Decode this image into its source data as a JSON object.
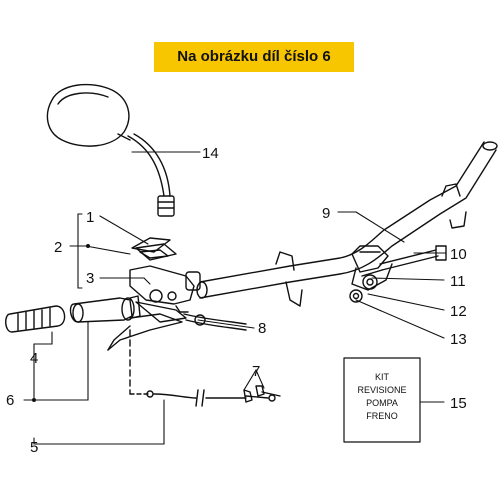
{
  "banner": {
    "text": "Na obrázku díl číslo 6"
  },
  "callouts": {
    "c1": "1",
    "c2": "2",
    "c3": "3",
    "c4": "4",
    "c5": "5",
    "c6": "6",
    "c7": "7",
    "c8": "8",
    "c9": "9",
    "c10": "10",
    "c11": "11",
    "c12": "12",
    "c13": "13",
    "c14": "14",
    "c15": "15"
  },
  "kit_box": {
    "line1": "KIT",
    "line2": "REVISIONE",
    "line3": "POMPA",
    "line4": "FRENO"
  },
  "colors": {
    "banner_bg": "#f7c600",
    "ink": "#111111"
  }
}
